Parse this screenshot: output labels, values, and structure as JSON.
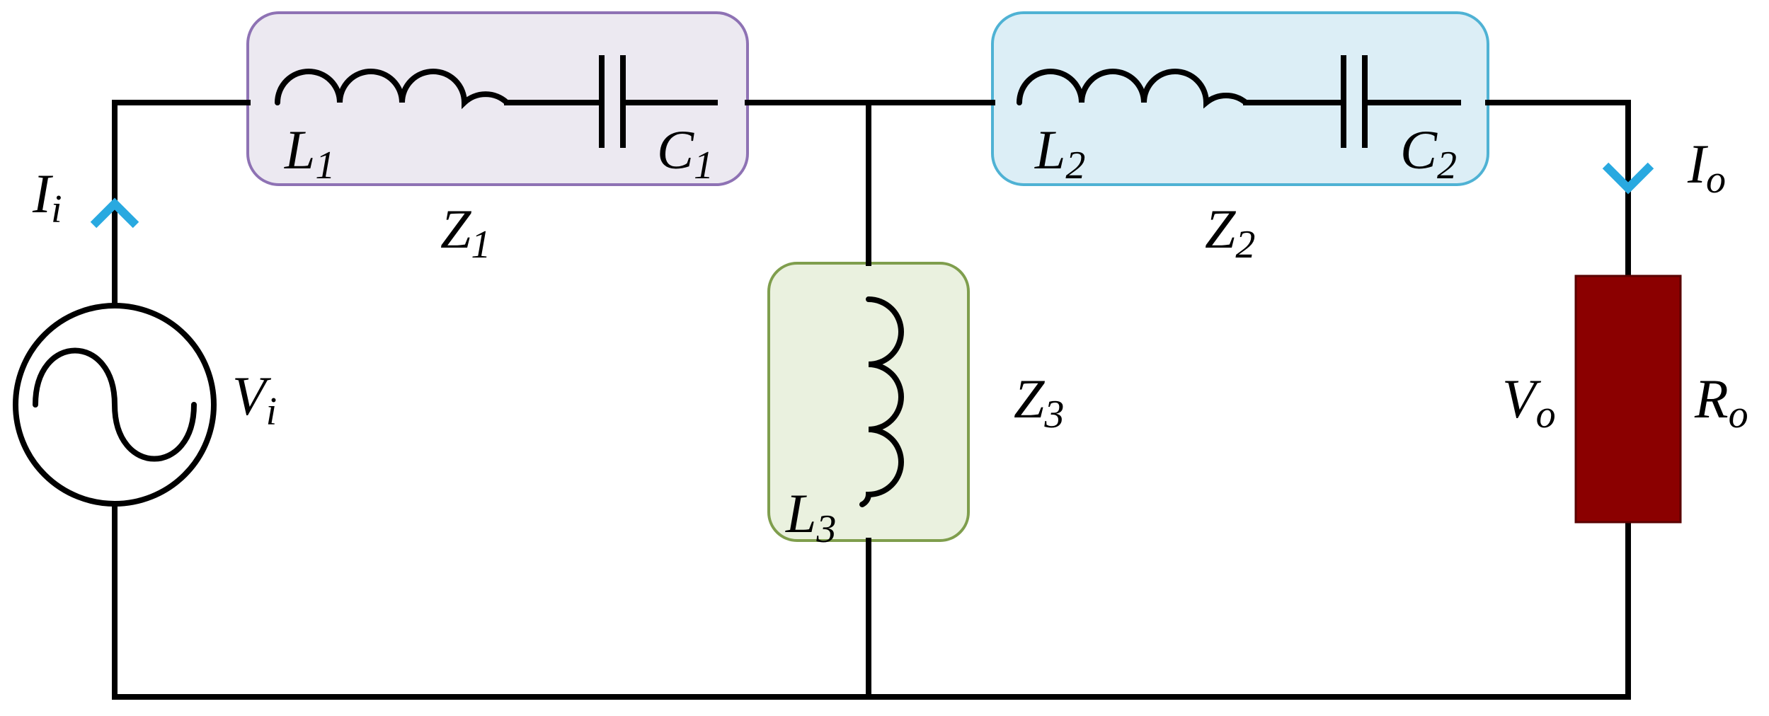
{
  "colors": {
    "wire": "#000000",
    "z1_fill": "#ECE9F1",
    "z1_stroke": "#8E72B4",
    "z2_fill": "#DCEEF6",
    "z2_stroke": "#4FB2D4",
    "z3_fill": "#EAF1DF",
    "z3_stroke": "#7F9E4D",
    "arrow": "#29A9E0",
    "resistor_fill": "#8B0000",
    "resistor_stroke": "#5A0000"
  },
  "labels": {
    "L1": {
      "main": "L",
      "sub": "1"
    },
    "C1": {
      "main": "C",
      "sub": "1"
    },
    "Z1": {
      "main": "Z",
      "sub": "1"
    },
    "L2": {
      "main": "L",
      "sub": "2"
    },
    "C2": {
      "main": "C",
      "sub": "2"
    },
    "Z2": {
      "main": "Z",
      "sub": "2"
    },
    "L3": {
      "main": "L",
      "sub": "3"
    },
    "Z3": {
      "main": "Z",
      "sub": "3"
    },
    "Ii": {
      "main": "I",
      "sub": "i"
    },
    "Io": {
      "main": "I",
      "sub": "o"
    },
    "Vi": {
      "main": "V",
      "sub": "i"
    },
    "Vo": {
      "main": "V",
      "sub": "o"
    },
    "Ro": {
      "main": "R",
      "sub": "o"
    }
  }
}
